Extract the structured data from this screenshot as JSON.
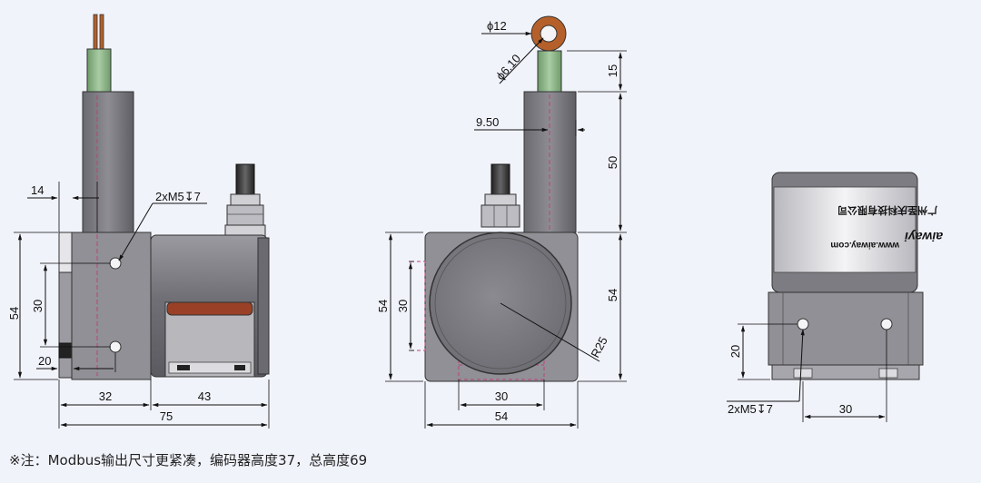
{
  "views": {
    "side": {
      "hole_label": "2xM5↧7",
      "dim_top_offset": "14",
      "dim_height": "54",
      "dim_hole_spacing": "30",
      "dim_hole_offset": "20",
      "dim_body_width": "32",
      "dim_encoder_width": "43",
      "dim_total_width": "75"
    },
    "front": {
      "ring_outer": "ϕ12",
      "ring_inner": "ϕ6.10",
      "dim_ring_height": "15",
      "dim_cable_offset": "9.50",
      "dim_tube_height": "50",
      "dim_body_height": "54",
      "dim_left_height": "54",
      "dim_hole_spacing": "30",
      "dim_radius": "R25",
      "dim_bottom_inner": "30",
      "dim_bottom_total": "54"
    },
    "back": {
      "website": "www.aiway.com",
      "company": "广州圣庆科技有限公司",
      "logo": "aiwayi",
      "dim_hole_offset": "20",
      "hole_label": "2xM5↧7",
      "dim_hole_spacing": "30"
    }
  },
  "footnote": "※注：Modbus输出尺寸更紧凑，编码器高度37，总高度69",
  "colors": {
    "background": "#f1f3fb",
    "body_gray": "#8c8c92",
    "tube_gray": "#7e7e84",
    "cable_green": "#8fb58a",
    "ring_brown": "#b5602a",
    "label_band": "#9a4026",
    "centerline": "#c0407a"
  }
}
